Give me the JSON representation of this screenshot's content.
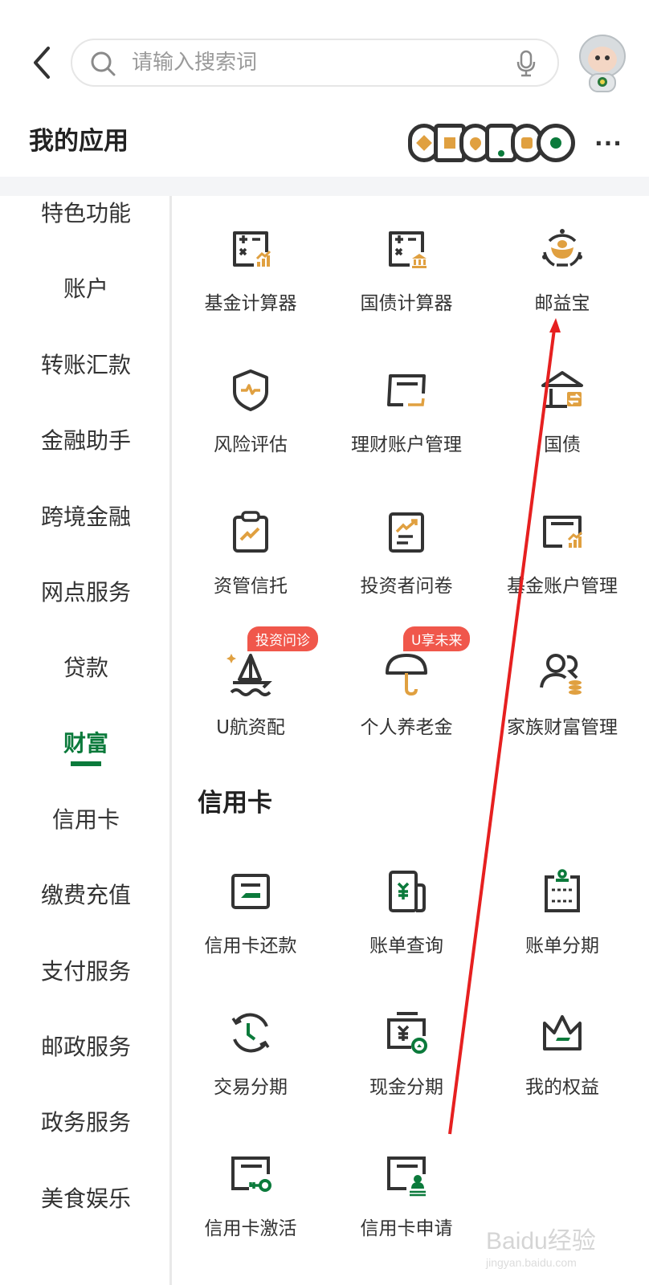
{
  "header": {
    "search_placeholder": "请输入搜索词",
    "back_icon": "chevron-left-icon",
    "search_icon": "search-icon",
    "mic_icon": "microphone-icon",
    "avatar": "robot-assistant-avatar"
  },
  "my_apps": {
    "title": "我的应用",
    "more_label": "···",
    "shortcut_icons": [
      "diamond-icon",
      "building-icon",
      "heart-icon",
      "card-icon",
      "coin-icon",
      "hexagon-icon"
    ]
  },
  "colors": {
    "accent_green": "#0b7a3b",
    "accent_orange": "#e0a040",
    "badge_red": "#f0574b",
    "icon_dark": "#333333"
  },
  "sidebar": {
    "items": [
      {
        "label": "特色功能"
      },
      {
        "label": "账户"
      },
      {
        "label": "转账汇款"
      },
      {
        "label": "金融助手"
      },
      {
        "label": "跨境金融"
      },
      {
        "label": "网点服务"
      },
      {
        "label": "贷款"
      },
      {
        "label": "财富",
        "active": true
      },
      {
        "label": "信用卡"
      },
      {
        "label": "缴费充值"
      },
      {
        "label": "支付服务"
      },
      {
        "label": "邮政服务"
      },
      {
        "label": "政务服务"
      },
      {
        "label": "美食娱乐"
      }
    ]
  },
  "wealth": {
    "items": [
      {
        "label": "基金计算器",
        "icon": "fund-calculator-icon"
      },
      {
        "label": "国债计算器",
        "icon": "bond-calculator-icon"
      },
      {
        "label": "邮益宝",
        "icon": "gold-ingot-icon"
      },
      {
        "label": "风险评估",
        "icon": "shield-pulse-icon"
      },
      {
        "label": "理财账户管理",
        "icon": "wealth-account-icon"
      },
      {
        "label": "国债",
        "icon": "bank-exchange-icon"
      },
      {
        "label": "资管信托",
        "icon": "clipboard-chart-icon"
      },
      {
        "label": "投资者问卷",
        "icon": "questionnaire-icon"
      },
      {
        "label": "基金账户管理",
        "icon": "fund-account-icon"
      },
      {
        "label": "U航资配",
        "icon": "sailboat-icon",
        "badge": "投资问诊"
      },
      {
        "label": "个人养老金",
        "icon": "umbrella-icon",
        "badge": "U享未来"
      },
      {
        "label": "家族财富管理",
        "icon": "family-wealth-icon"
      }
    ]
  },
  "credit_card": {
    "title": "信用卡",
    "items": [
      {
        "label": "信用卡还款",
        "icon": "card-repay-icon"
      },
      {
        "label": "账单查询",
        "icon": "bill-query-icon"
      },
      {
        "label": "账单分期",
        "icon": "bill-installment-icon"
      },
      {
        "label": "交易分期",
        "icon": "transaction-installment-icon"
      },
      {
        "label": "现金分期",
        "icon": "cash-installment-icon"
      },
      {
        "label": "我的权益",
        "icon": "crown-icon"
      },
      {
        "label": "信用卡激活",
        "icon": "card-activate-icon"
      },
      {
        "label": "信用卡申请",
        "icon": "card-apply-icon"
      }
    ]
  },
  "watermark": {
    "text": "Baidu经验",
    "url_text": "jingyan.baidu.com"
  }
}
